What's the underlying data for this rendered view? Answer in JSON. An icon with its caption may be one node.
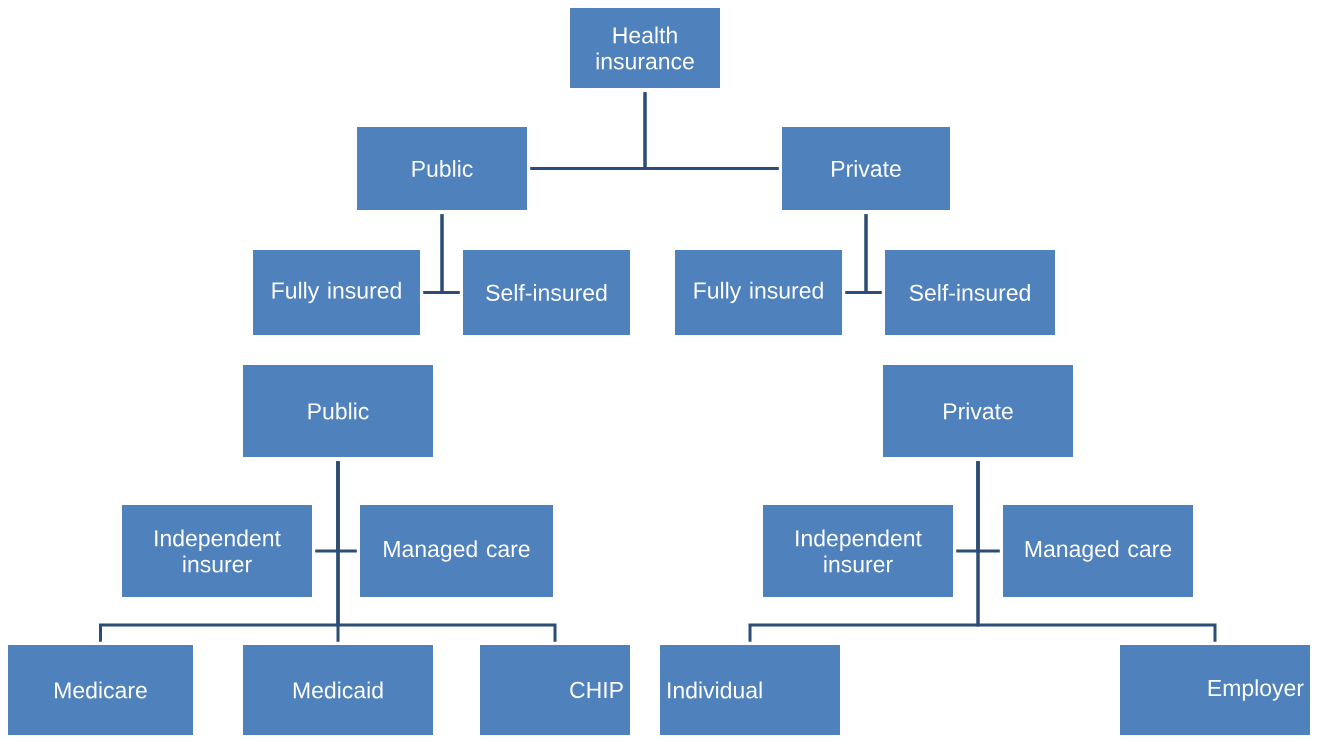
{
  "diagram": {
    "nodes": [
      {
        "text": [
          "Health insurance"
        ]
      },
      {
        "text": [
          "Public"
        ]
      },
      {
        "text": [
          "Private"
        ]
      },
      {
        "text": [
          "Fully insured"
        ]
      },
      {
        "text": [
          "Self-insured"
        ]
      },
      {
        "text": [
          "Fully insured"
        ]
      },
      {
        "text": [
          "Self-insured"
        ]
      },
      {
        "text": [
          "Public"
        ]
      },
      {
        "text": [
          "Private"
        ]
      },
      {
        "text": [
          "Independent insurer"
        ]
      },
      {
        "text": [
          "Managed care"
        ]
      },
      {
        "text": [
          "Independent insurer"
        ]
      },
      {
        "text": [
          "Managed care"
        ]
      },
      {
        "text": [
          "Medicare"
        ]
      },
      {
        "text": [
          "Medicaid"
        ]
      },
      {
        "text": [
          "CHIP"
        ]
      },
      {
        "text": [
          "Individual"
        ]
      },
      {
        "text": [
          "Employer"
        ]
      }
    ],
    "edges": [
      {
        "from": 0,
        "to": 1,
        "arrow": "none"
      },
      {
        "from": 0,
        "to": 2,
        "arrow": "none"
      },
      {
        "from": 1,
        "to": 3,
        "arrow": "none"
      },
      {
        "from": 1,
        "to": 4,
        "arrow": "none"
      },
      {
        "from": 2,
        "to": 5,
        "arrow": "none"
      },
      {
        "from": 2,
        "to": 6,
        "arrow": "none"
      },
      {
        "from": 7,
        "to": 9,
        "arrow": "none"
      },
      {
        "from": 7,
        "to": 10,
        "arrow": "none"
      },
      {
        "from": 7,
        "to": 13,
        "arrow": "none"
      },
      {
        "from": 7,
        "to": 14,
        "arrow": "none"
      },
      {
        "from": 7,
        "to": 15,
        "arrow": "none"
      },
      {
        "from": 8,
        "to": 11,
        "arrow": "none"
      },
      {
        "from": 8,
        "to": 12,
        "arrow": "none"
      },
      {
        "from": 8,
        "to": 16,
        "arrow": "none"
      },
      {
        "from": 8,
        "to": 17,
        "arrow": "none"
      }
    ]
  }
}
